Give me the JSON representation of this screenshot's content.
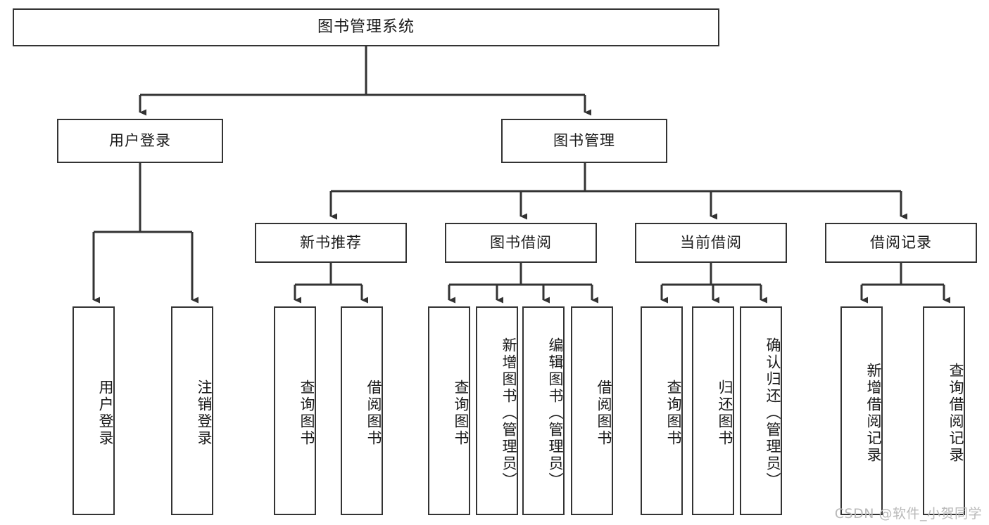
{
  "diagram": {
    "title": "图书管理系统",
    "type": "tree",
    "watermark": "CSDN @软件_小贺同学",
    "colors": {
      "box_border": "#333333",
      "box_fill": "#ffffff",
      "connector": "#333333",
      "text": "#1a1a1a",
      "watermark": "#b9b9b9",
      "background": "#ffffff"
    },
    "levels": {
      "root": [
        "图书管理系统"
      ],
      "level2": [
        "用户登录",
        "图书管理"
      ],
      "level3": [
        "新书推荐",
        "图书借阅",
        "当前借阅",
        "借阅记录"
      ],
      "leaves": [
        "用户登录",
        "注销登录",
        "查询图书",
        "借阅图书",
        "查询图书",
        "新增图书（管理员）",
        "编辑图书（管理员）",
        "借阅图书",
        "查询图书",
        "归还图书",
        "确认归还（管理员）",
        "新增借阅记录",
        "查询借阅记录"
      ]
    },
    "nodes": {
      "root": {
        "label": "图书管理系统"
      },
      "user_login": {
        "label": "用户登录"
      },
      "book_manage": {
        "label": "图书管理"
      },
      "new_book_rec": {
        "label": "新书推荐"
      },
      "book_borrow": {
        "label": "图书借阅"
      },
      "current_borrow": {
        "label": "当前借阅"
      },
      "borrow_record": {
        "label": "借阅记录"
      },
      "leaf_user_login": {
        "label": "用户登录"
      },
      "leaf_logout": {
        "label": "注销登录"
      },
      "leaf_query_book_1": {
        "label": "查询图书"
      },
      "leaf_borrow_book_1": {
        "label": "借阅图书"
      },
      "leaf_query_book_2": {
        "label": "查询图书"
      },
      "leaf_add_book": {
        "label": "新增图书（管理员）"
      },
      "leaf_edit_book": {
        "label": "编辑图书（管理员）"
      },
      "leaf_borrow_book_2": {
        "label": "借阅图书"
      },
      "leaf_query_book_3": {
        "label": "查询图书"
      },
      "leaf_return_book": {
        "label": "归还图书"
      },
      "leaf_confirm_return": {
        "label": "确认归还（管理员）"
      },
      "leaf_add_record": {
        "label": "新增借阅记录"
      },
      "leaf_query_record": {
        "label": "查询借阅记录"
      }
    },
    "edges": [
      {
        "from": "root",
        "to": "user_login"
      },
      {
        "from": "root",
        "to": "book_manage"
      },
      {
        "from": "user_login",
        "to": "leaf_user_login"
      },
      {
        "from": "user_login",
        "to": "leaf_logout"
      },
      {
        "from": "book_manage",
        "to": "new_book_rec"
      },
      {
        "from": "book_manage",
        "to": "book_borrow"
      },
      {
        "from": "book_manage",
        "to": "current_borrow"
      },
      {
        "from": "book_manage",
        "to": "borrow_record"
      },
      {
        "from": "new_book_rec",
        "to": "leaf_query_book_1"
      },
      {
        "from": "new_book_rec",
        "to": "leaf_borrow_book_1"
      },
      {
        "from": "book_borrow",
        "to": "leaf_query_book_2"
      },
      {
        "from": "book_borrow",
        "to": "leaf_add_book"
      },
      {
        "from": "book_borrow",
        "to": "leaf_edit_book"
      },
      {
        "from": "book_borrow",
        "to": "leaf_borrow_book_2"
      },
      {
        "from": "current_borrow",
        "to": "leaf_query_book_3"
      },
      {
        "from": "current_borrow",
        "to": "leaf_return_book"
      },
      {
        "from": "current_borrow",
        "to": "leaf_confirm_return"
      },
      {
        "from": "borrow_record",
        "to": "leaf_add_record"
      },
      {
        "from": "borrow_record",
        "to": "leaf_query_record"
      }
    ]
  }
}
